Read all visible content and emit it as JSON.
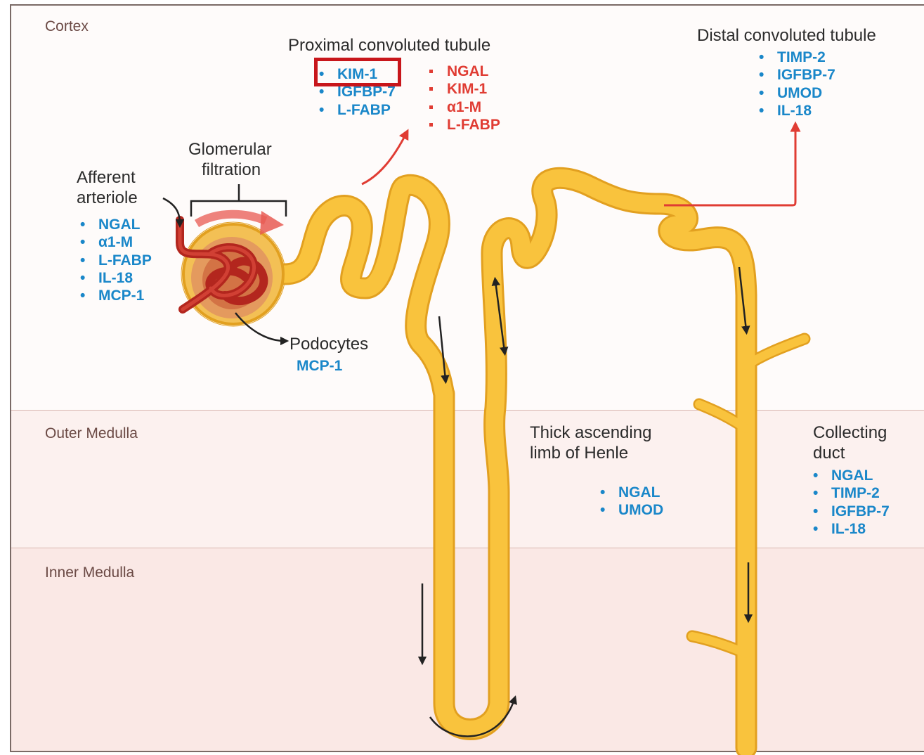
{
  "zones": {
    "cortex": "Cortex",
    "outer_medulla": "Outer Medulla",
    "inner_medulla": "Inner Medulla"
  },
  "proximal": {
    "title": "Proximal convoluted tubule",
    "blue": [
      "KIM-1",
      "IGFBP-7",
      "L-FABP"
    ],
    "red": [
      "NGAL",
      "KIM-1",
      "α1-M",
      "L-FABP"
    ]
  },
  "distal": {
    "title": "Distal convoluted tubule",
    "items": [
      "TIMP-2",
      "IGFBP-7",
      "UMOD",
      "IL-18"
    ]
  },
  "afferent": {
    "title_line1": "Afferent",
    "title_line2": "arteriole",
    "items": [
      "NGAL",
      "α1-M",
      "L-FABP",
      "IL-18",
      "MCP-1"
    ]
  },
  "glomerular": {
    "line1": "Glomerular",
    "line2": "filtration"
  },
  "podocytes": {
    "title": "Podocytes",
    "marker": "MCP-1"
  },
  "thick_limb": {
    "line1": "Thick ascending",
    "line2": "limb of Henle",
    "items": [
      "NGAL",
      "UMOD"
    ]
  },
  "collecting": {
    "line1": "Collecting",
    "line2": "duct",
    "items": [
      "NGAL",
      "TIMP-2",
      "IGFBP-7",
      "IL-18"
    ]
  },
  "colors": {
    "tubule_fill": "#f9c33d",
    "tubule_outline": "#e2a020",
    "marker_blue": "#1a87c9",
    "marker_red": "#e03c33",
    "highlight": "#c8161b",
    "cortex_bg": "#fefbfa",
    "outer_medulla_bg": "#fcf1ef",
    "inner_medulla_bg": "#fae8e5"
  }
}
